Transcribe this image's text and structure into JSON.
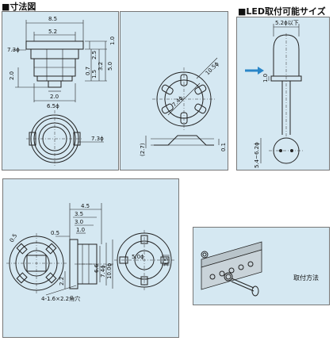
{
  "headings": {
    "dimensions": "■寸法図",
    "led_compatible": "■LED取付可能サイズ"
  },
  "panel_top_left": {
    "dims": {
      "width_8_5": "8.5",
      "width_5_2": "5.2",
      "height_1_0": "1.0",
      "d_7_3a": "7.3ϕ",
      "h_2_5": "2.5",
      "h_3_2": "3.2",
      "h_5_0": "5.0",
      "h_0_7": "0.7",
      "h_1_5": "1.5",
      "left_2_0": "2.0",
      "bottom_2_0": "2.0",
      "d_6_5": "6.5ϕ",
      "d_7_3b": "7.3ϕ"
    }
  },
  "panel_top_middle": {
    "dims": {
      "d_10_5": "10.5ϕ",
      "d_7_4": "7.4ϕ",
      "side_2_7": "(2.7)",
      "side_0_1": "0.1"
    }
  },
  "panel_top_right": {
    "dims": {
      "led_dia": "5.2ϕ以下",
      "lead_1_0": "1.0",
      "lead_span": "5.4~6.2ϕ"
    }
  },
  "panel_bottom_left": {
    "dims": {
      "d_4_5": "4.5",
      "d_3_5": "3.5",
      "d_3_0": "3.0",
      "d_1_0": "1.0",
      "d_0_5a": "0.5",
      "d_0_5b": "0.5",
      "d_2_2": "2.2",
      "d_6_6": "6.6",
      "d_7_4": "7.4ϕ",
      "d_10_0": "10.0ϕ",
      "d_5_0": "5.0ϕ",
      "d_3_5b": "3.5",
      "hole_note": "4-1.6×2.2角穴"
    }
  },
  "panel_bottom_right": {
    "label": "取付方法"
  }
}
